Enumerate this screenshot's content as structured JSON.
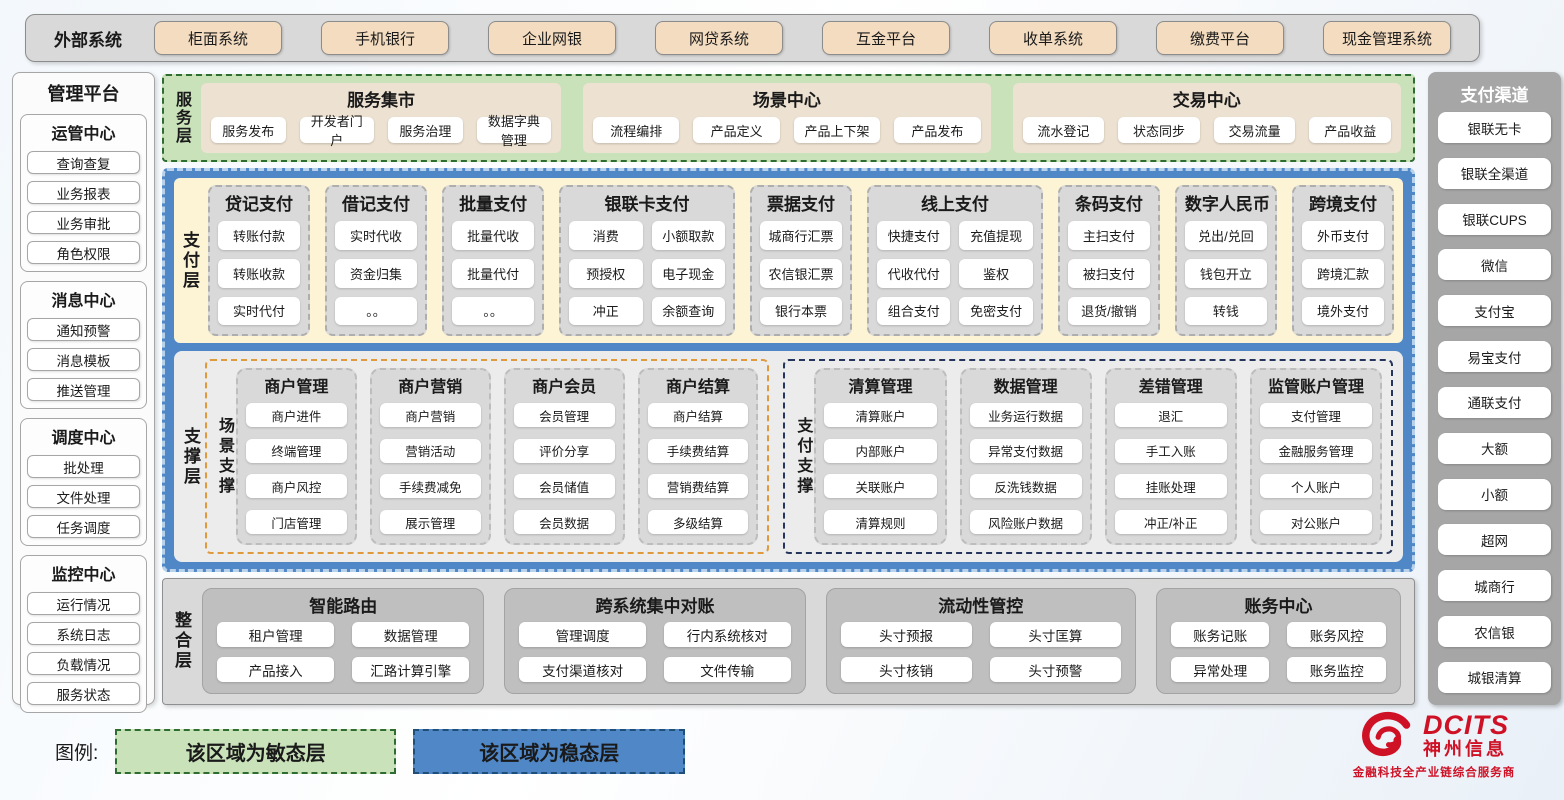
{
  "external_systems": {
    "label": "外部系统",
    "items": [
      "柜面系统",
      "手机银行",
      "企业网银",
      "网贷系统",
      "互金平台",
      "收单系统",
      "缴费平台",
      "现金管理系统"
    ]
  },
  "management_platform": {
    "title": "管理平台",
    "sections": [
      {
        "title": "运管中心",
        "items": [
          "查询查复",
          "业务报表",
          "业务审批",
          "角色权限"
        ]
      },
      {
        "title": "消息中心",
        "items": [
          "通知预警",
          "消息模板",
          "推送管理"
        ]
      },
      {
        "title": "调度中心",
        "items": [
          "批处理",
          "文件处理",
          "任务调度"
        ]
      },
      {
        "title": "监控中心",
        "items": [
          "运行情况",
          "系统日志",
          "负载情况",
          "服务状态"
        ]
      }
    ]
  },
  "service_layer": {
    "label": "服务层",
    "groups": [
      {
        "title": "服务集市",
        "items": [
          "服务发布",
          "开发者门户",
          "服务治理",
          "数据字典管理"
        ]
      },
      {
        "title": "场景中心",
        "items": [
          "流程编排",
          "产品定义",
          "产品上下架",
          "产品发布"
        ]
      },
      {
        "title": "交易中心",
        "items": [
          "流水登记",
          "状态同步",
          "交易流量",
          "产品收益"
        ]
      }
    ]
  },
  "payment_layer": {
    "label": "支付层",
    "columns": [
      {
        "title": "贷记支付",
        "cols": 1,
        "items": [
          "转账付款",
          "转账收款",
          "实时代付"
        ]
      },
      {
        "title": "借记支付",
        "cols": 1,
        "items": [
          "实时代收",
          "资金归集",
          "。。"
        ]
      },
      {
        "title": "批量支付",
        "cols": 1,
        "items": [
          "批量代收",
          "批量代付",
          "。。"
        ]
      },
      {
        "title": "银联卡支付",
        "cols": 2,
        "items": [
          "消费",
          "小额取款",
          "预授权",
          "电子现金",
          "冲正",
          "余额查询"
        ]
      },
      {
        "title": "票据支付",
        "cols": 1,
        "items": [
          "城商行汇票",
          "农信银汇票",
          "银行本票"
        ]
      },
      {
        "title": "线上支付",
        "cols": 2,
        "items": [
          "快捷支付",
          "充值提现",
          "代收代付",
          "鉴权",
          "组合支付",
          "免密支付"
        ]
      },
      {
        "title": "条码支付",
        "cols": 1,
        "items": [
          "主扫支付",
          "被扫支付",
          "退货/撤销"
        ]
      },
      {
        "title": "数字人民币",
        "cols": 1,
        "items": [
          "兑出/兑回",
          "钱包开立",
          "转钱"
        ]
      },
      {
        "title": "跨境支付",
        "cols": 1,
        "items": [
          "外币支付",
          "跨境汇款",
          "境外支付"
        ]
      }
    ]
  },
  "support_layer": {
    "label": "支撑层",
    "groups": [
      {
        "label": "场景支撑",
        "style": "agile",
        "columns": [
          {
            "title": "商户管理",
            "items": [
              "商户进件",
              "终端管理",
              "商户风控",
              "门店管理"
            ]
          },
          {
            "title": "商户营销",
            "items": [
              "商户营销",
              "营销活动",
              "手续费减免",
              "展示管理"
            ]
          },
          {
            "title": "商户会员",
            "items": [
              "会员管理",
              "评价分享",
              "会员储值",
              "会员数据"
            ]
          },
          {
            "title": "商户结算",
            "items": [
              "商户结算",
              "手续费结算",
              "营销费结算",
              "多级结算"
            ]
          }
        ]
      },
      {
        "label": "支付支撑",
        "style": "stable",
        "columns": [
          {
            "title": "清算管理",
            "items": [
              "清算账户",
              "内部账户",
              "关联账户",
              "清算规则"
            ]
          },
          {
            "title": "数据管理",
            "items": [
              "业务运行数据",
              "异常支付数据",
              "反洗钱数据",
              "风险账户数据"
            ]
          },
          {
            "title": "差错管理",
            "items": [
              "退汇",
              "手工入账",
              "挂账处理",
              "冲正/补正"
            ]
          },
          {
            "title": "监管账户管理",
            "items": [
              "支付管理",
              "金融服务管理",
              "个人账户",
              "对公账户"
            ]
          }
        ]
      }
    ]
  },
  "integration_layer": {
    "label": "整合层",
    "emphasized_item": "汇路计算引擎",
    "groups": [
      {
        "title": "智能路由",
        "items": [
          "租户管理",
          "数据管理",
          "产品接入",
          "汇路计算引擎"
        ]
      },
      {
        "title": "跨系统集中对账",
        "items": [
          "管理调度",
          "行内系统核对",
          "支付渠道核对",
          "文件传输"
        ]
      },
      {
        "title": "流动性管控",
        "items": [
          "头寸预报",
          "头寸匡算",
          "头寸核销",
          "头寸预警"
        ]
      },
      {
        "title": "账务中心",
        "items": [
          "账务记账",
          "账务风控",
          "异常处理",
          "账务监控"
        ]
      }
    ]
  },
  "payment_channels": {
    "title": "支付渠道",
    "items": [
      "银联无卡",
      "银联全渠道",
      "银联CUPS",
      "微信",
      "支付宝",
      "易宝支付",
      "通联支付",
      "大额",
      "小额",
      "超网",
      "城商行",
      "农信银",
      "城银清算"
    ]
  },
  "legend": {
    "label": "图例:",
    "agile": "该区域为敏态层",
    "stable": "该区域为稳态层"
  },
  "logo": {
    "brand": "DCITS",
    "name": "神州信息",
    "tagline": "金融科技全产业链综合服务商"
  },
  "colors": {
    "agile_green": "#c9e2ba",
    "stable_blue": "#4f87c7",
    "external_tan": "#f3dcc0",
    "panel_gray": "#d9d9d9",
    "brand_red": "#cf1126"
  }
}
